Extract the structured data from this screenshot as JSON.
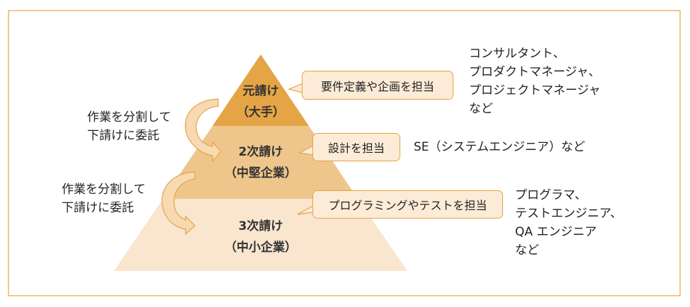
{
  "colors": {
    "frame": "#E5A445",
    "tier1": "#E5A445",
    "tier2": "#EEC68C",
    "tier3": "#FAE5CE",
    "bubble": "#FCEBD7"
  },
  "tiers": [
    {
      "line1": "元請け",
      "line2": "（大手）"
    },
    {
      "line1": "2次請け",
      "line2": "（中堅企業）"
    },
    {
      "line1": "3次請け",
      "line2": "（中小企業）"
    }
  ],
  "callouts": [
    "要件定義や企画を担当",
    "設計を担当",
    "プログラミングやテストを担当"
  ],
  "roles": [
    [
      "コンサルタント、",
      "プロダクトマネージャ、",
      "プロジェクトマネージャ",
      "など"
    ],
    [
      "SE（システムエンジニア）など"
    ],
    [
      "プログラマ、",
      "テストエンジニア、",
      "QA エンジニア",
      "など"
    ]
  ],
  "delegations": [
    [
      "作業を分割して",
      "下請けに委託"
    ],
    [
      "作業を分割して",
      "下請けに委託"
    ]
  ]
}
